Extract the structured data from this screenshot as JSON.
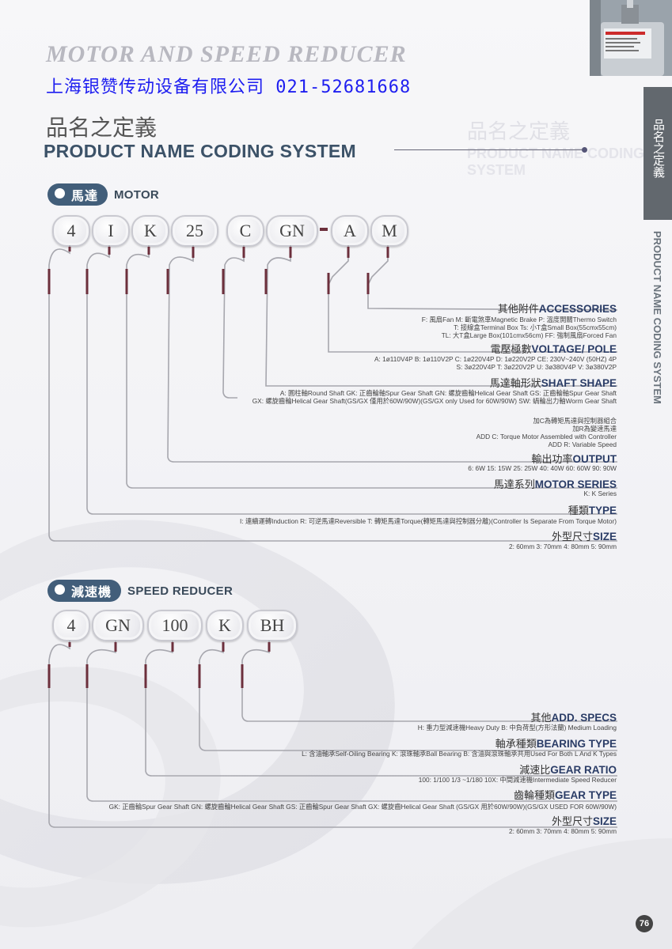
{
  "header": {
    "title": "MOTOR AND SPEED REDUCER",
    "company": "上海银赞传动设备有限公司 021-52681668",
    "section_zh": "品名之定義",
    "section_en": "PRODUCT NAME CODING SYSTEM"
  },
  "side_tab": {
    "zh": "品名之定義",
    "en": "PRODUCT NAME CODING SYSTEM"
  },
  "motor": {
    "label_zh": "馬達",
    "label_en": "MOTOR",
    "codes": [
      "4",
      "I",
      "K",
      "25",
      "C",
      "GN",
      "A",
      "M"
    ],
    "fields": [
      {
        "title_zh": "其他附件",
        "title_en": "ACCESSORIES",
        "desc": [
          "F: 風扇Fan  M: 斷電煞車Magnetic Brake  P: 溫度開關Thermo Switch",
          "T: 接線盒Terminal Box  Ts: 小T盒Small Box(55cmx55cm)",
          "TL: 大T盒Large Box(101cmx56cm)  FF: 強制風扇Forced Fan"
        ]
      },
      {
        "title_zh": "電壓極數",
        "title_en": "VOLTAGE/ POLE",
        "desc": [
          "A: 1ø110V4P  B: 1ø110V2P  C: 1ø220V4P  D: 1ø220V2P  CE: 230V~240V (50HZ) 4P",
          "S: 3ø220V4P  T: 3ø220V2P  U: 3ø380V4P  V: 3ø380V2P"
        ]
      },
      {
        "title_zh": "馬達軸形狀",
        "title_en": "SHAFT SHAPE",
        "desc": [
          "A: 圓柱軸Round Shaft   GK: 正齒輪軸Spur Gear Shaft   GN: 螺旋齒輪Helical Gear Shaft  GS: 正齒輪軸Spur Gear Shaft",
          "GX: 螺旋齒輪Helical Gear Shaft(GS/GX 僅用於60W/90W)(GS/GX only Used for 60W/90W)  SW: 蝸輪出力軸Worm Gear Shaft"
        ]
      },
      {
        "title_zh": "",
        "title_en": "",
        "desc": [
          "加C為轉矩馬達與控制器組合",
          "加R為變速馬達",
          "ADD C: Torque Motor Assembled with Controller",
          "ADD R: Variable Speed"
        ]
      },
      {
        "title_zh": "輸出功率",
        "title_en": "OUTPUT",
        "desc": [
          "6: 6W  15: 15W  25: 25W  40: 40W  60: 60W  90: 90W"
        ]
      },
      {
        "title_zh": "馬達系列",
        "title_en": "MOTOR SERIES",
        "desc": [
          "K: K Series"
        ]
      },
      {
        "title_zh": "種類",
        "title_en": "TYPE",
        "desc": [
          "I: 連續運轉Induction  R: 可逆馬達Reversible   T: 轉矩馬達Torque(轉矩馬達與控制器分離)(Controller Is Separate From Torque Motor)"
        ]
      },
      {
        "title_zh": "外型尺寸",
        "title_en": "SIZE",
        "desc": [
          "2: 60mm  3: 70mm  4: 80mm  5: 90mm"
        ]
      }
    ]
  },
  "reducer": {
    "label_zh": "減速機",
    "label_en": "SPEED REDUCER",
    "codes": [
      "4",
      "GN",
      "100",
      "K",
      "BH"
    ],
    "fields": [
      {
        "title_zh": "其他",
        "title_en": "ADD. SPECS",
        "desc": [
          "H: 重力型減速機Heavy Duty  B: 中負荷型(方形法蘭) Medium Loading"
        ]
      },
      {
        "title_zh": "軸承種類",
        "title_en": "BEARING TYPE",
        "desc": [
          "L: 含油軸承Self-Oiling Bearing  K: 滾珠軸承Ball Bearing  B: 含油與滾珠軸承共用Used For Both L And K Types"
        ]
      },
      {
        "title_zh": "減速比",
        "title_en": "GEAR RATIO",
        "desc": [
          "100: 1/100   1/3 ~1/180   10X: 中間減速機Intermediate Speed Reducer"
        ]
      },
      {
        "title_zh": "齒輪種類",
        "title_en": "GEAR TYPE",
        "desc": [
          "GK: 正齒輪Spur Gear Shaft  GN: 螺旋齒輪Helical Gear Shaft  GS: 正齒輪Spur Gear Shaft  GX: 螺旋齒Helical Gear Shaft  (GS/GX 用於60W/90W)(GS/GX USED FOR 60W/90W)"
        ]
      },
      {
        "title_zh": "外型尺寸",
        "title_en": "SIZE",
        "desc": [
          "2: 60mm  3: 70mm  4: 80mm  5: 90mm"
        ]
      }
    ]
  },
  "page_number": "76"
}
